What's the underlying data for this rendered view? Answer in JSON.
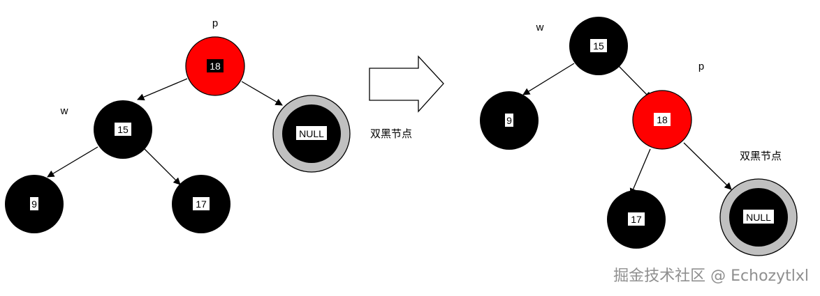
{
  "before": {
    "nodes": {
      "n18": {
        "value": "18",
        "color": "#ff0000",
        "tag": "p"
      },
      "n15": {
        "value": "15",
        "color": "#000000",
        "tag": "w"
      },
      "nnull": {
        "value": "NULL",
        "color": "#000000",
        "ring": "#c0c0c0"
      },
      "n9": {
        "value": "9",
        "color": "#000000"
      },
      "n17": {
        "value": "17",
        "color": "#000000"
      }
    }
  },
  "transition": {
    "label": "双黑节点"
  },
  "after": {
    "nodes": {
      "n15": {
        "value": "15",
        "color": "#000000",
        "tag": "w"
      },
      "n9": {
        "value": "9",
        "color": "#000000"
      },
      "n18": {
        "value": "18",
        "color": "#ff0000",
        "tag": "p"
      },
      "n17": {
        "value": "17",
        "color": "#000000"
      },
      "nnull": {
        "value": "NULL",
        "color": "#000000",
        "ring": "#c0c0c0",
        "tag": "双黑节点"
      }
    }
  },
  "watermark": "掘金技术社区 @ Echozytlxl"
}
